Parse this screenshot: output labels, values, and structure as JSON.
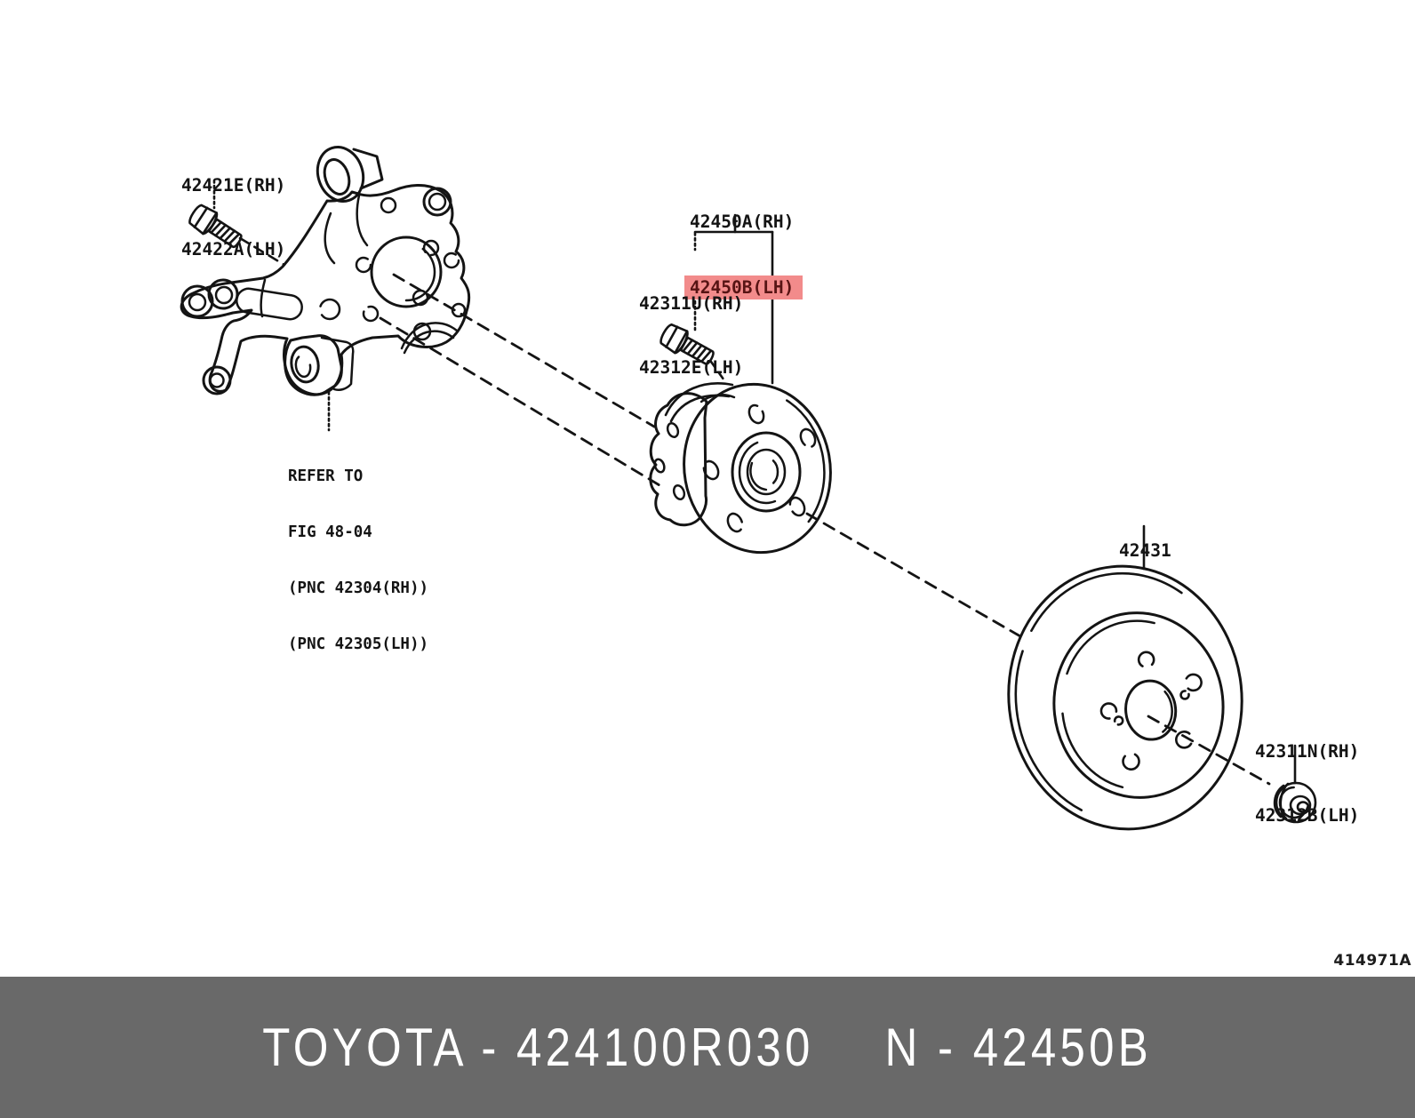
{
  "colors": {
    "background": "#ffffff",
    "line": "#141414",
    "highlight_bg": "#f28b8b",
    "highlight_text": "#571414",
    "banner_bg": "#696969",
    "banner_text": "#ffffff"
  },
  "labels": {
    "knuckle_bolt": {
      "line1": "42421E(RH)",
      "line2": "42422A(LH)"
    },
    "hub": {
      "line1": "42450A(RH)",
      "line2": "42450B(LH)",
      "line2_highlighted": true
    },
    "hub_bolt": {
      "line1": "42311U(RH)",
      "line2": "42312E(LH)"
    },
    "refer_note": {
      "line1": "REFER TO",
      "line2": "FIG 48-04",
      "line3": "(PNC 42304(RH))",
      "line4": "(PNC 42305(LH))"
    },
    "disc": {
      "line1": "42431"
    },
    "hub_nut": {
      "line1": "42311N(RH)",
      "line2": "42312B(LH)"
    },
    "figure_code": "414971A"
  },
  "footer": {
    "left_text": "TOYOTA - 424100R030",
    "right_text": "N - 42450B"
  }
}
